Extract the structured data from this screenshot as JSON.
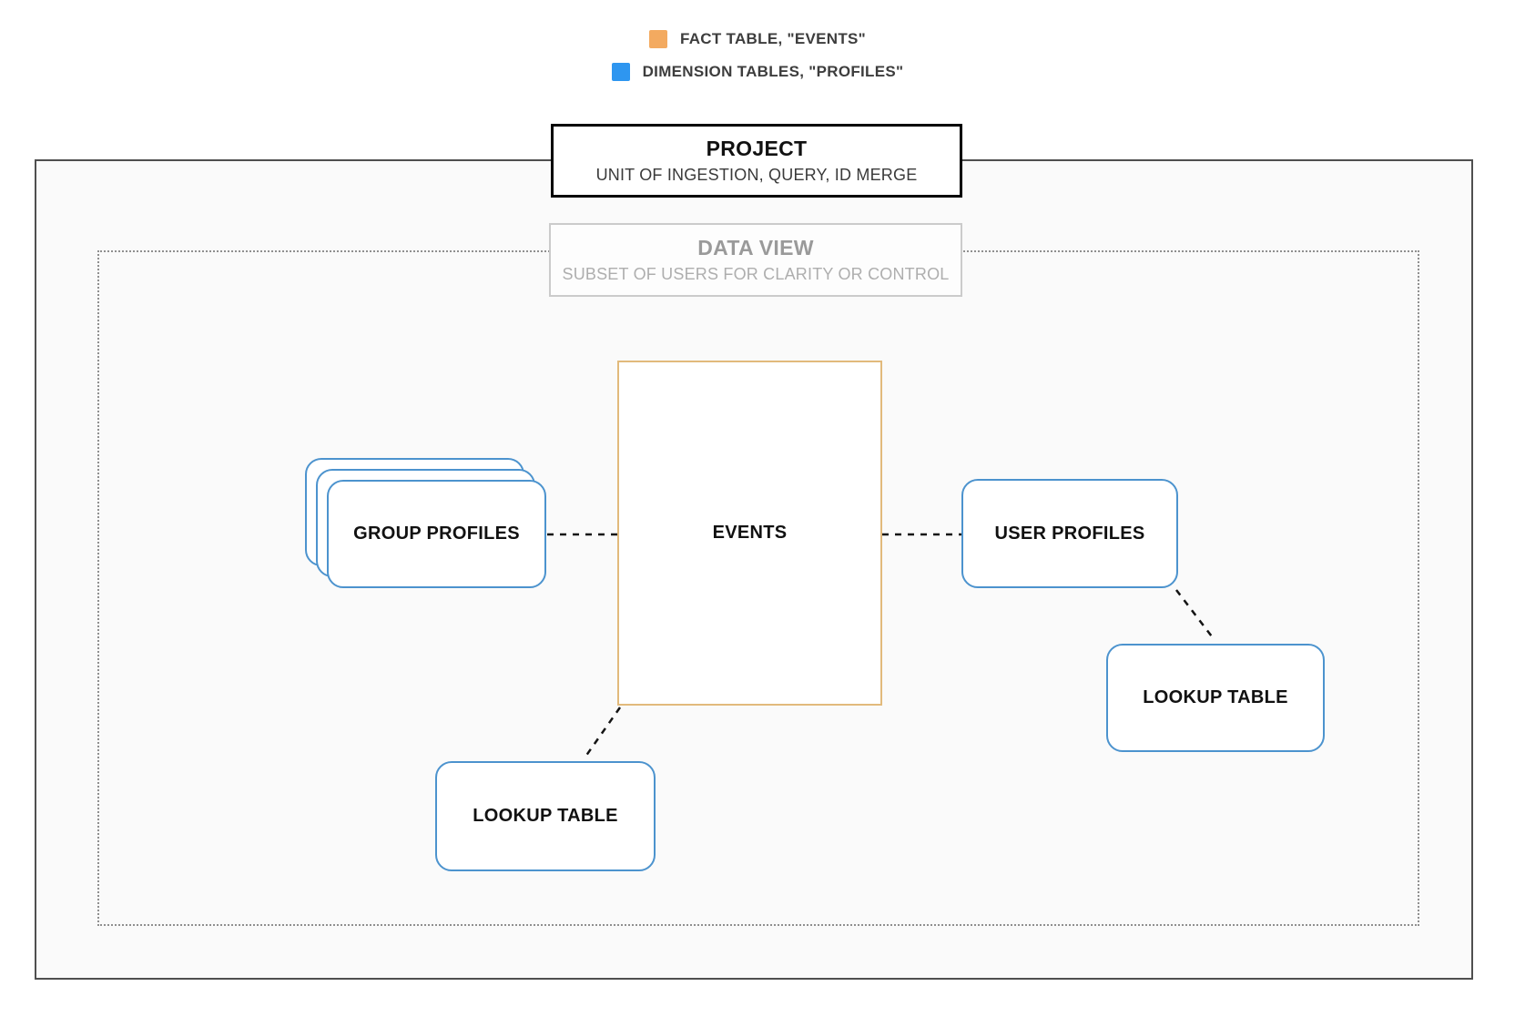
{
  "legend": {
    "items": [
      {
        "name": "fact-table",
        "label": "FACT TABLE, \"EVENTS\"",
        "color": "#f3aa60"
      },
      {
        "name": "dimension-tables",
        "label": "DIMENSION TABLES, \"PROFILES\"",
        "color": "#2e96f0"
      }
    ]
  },
  "project": {
    "title": "PROJECT",
    "subtitle": "UNIT OF INGESTION, QUERY, ID MERGE"
  },
  "data_view": {
    "title": "DATA VIEW",
    "subtitle": "SUBSET OF USERS FOR CLARITY OR CONTROL"
  },
  "nodes": {
    "events": {
      "label": "EVENTS",
      "type": "fact"
    },
    "group_profiles": {
      "label": "GROUP PROFILES",
      "type": "dimension",
      "stacked": true
    },
    "user_profiles": {
      "label": "USER PROFILES",
      "type": "dimension"
    },
    "lookup_bottom": {
      "label": "LOOKUP TABLE",
      "type": "dimension"
    },
    "lookup_right": {
      "label": "LOOKUP TABLE",
      "type": "dimension"
    }
  },
  "connections": [
    {
      "from": "group_profiles",
      "to": "events",
      "style": "dashed"
    },
    {
      "from": "events",
      "to": "user_profiles",
      "style": "dashed"
    },
    {
      "from": "user_profiles",
      "to": "lookup_right",
      "style": "dashed"
    },
    {
      "from": "events",
      "to": "lookup_bottom",
      "style": "dashed"
    }
  ],
  "colors": {
    "fact_border": "#e2ba7c",
    "dimension_border": "#4c93ce",
    "project_border": "#000000",
    "boundary_border": "#4f4f4f",
    "dotted_border": "#8f8f8f",
    "boundary_bg": "#fafafa",
    "connector": "#141414"
  }
}
